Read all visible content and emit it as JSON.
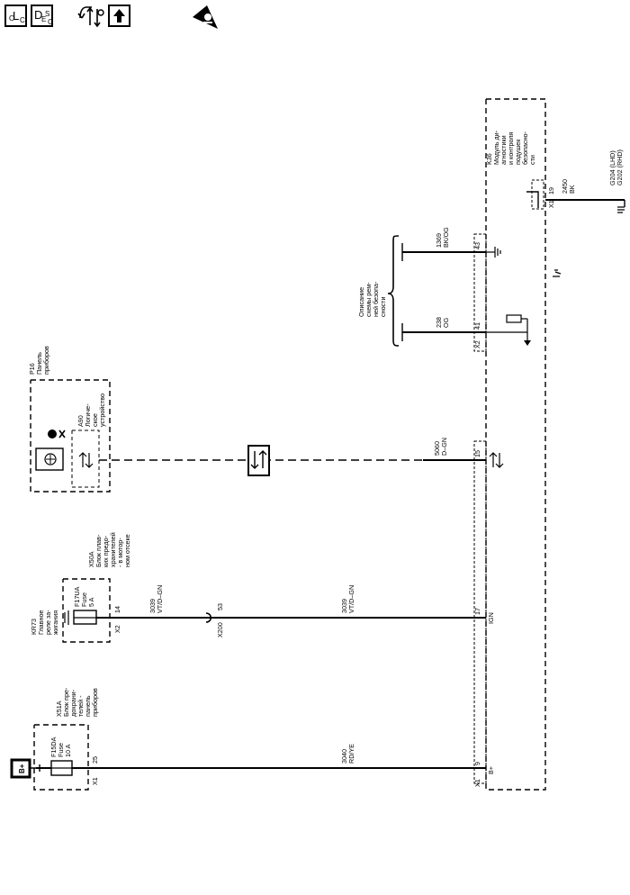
{
  "toolbar": {
    "loc": {
      "main": "L",
      "sup": "O",
      "sub": "C"
    },
    "desc": {
      "main": "D",
      "sup": "E",
      "sub": "S",
      "sub2": "C"
    }
  },
  "diagram": {
    "battery": "B+",
    "x51a": {
      "label": [
        "X51A",
        "Блок пре-",
        "дохрани-",
        "телей -",
        "панель",
        "приборов"
      ],
      "fuse": [
        "F15DA",
        "Fuse",
        "10 A"
      ],
      "conn": "X1",
      "pin": "25"
    },
    "x50a": {
      "label": [
        "X50A",
        "Блок плав-",
        "ких предо-",
        "хранителей",
        "- в мотор-",
        "ном отсеке"
      ],
      "relay": [
        "KR73",
        "Главное",
        "реле за-",
        "жигания"
      ],
      "fuse": [
        "F17UA",
        "Fuse",
        "5 A"
      ],
      "conn": "X2",
      "pin": "14"
    },
    "p16": {
      "label": [
        "P16",
        "Панель",
        "приборов"
      ],
      "a90": [
        "A90",
        "Логиче-",
        "ское",
        "устройство"
      ]
    },
    "x200": {
      "name": "X200",
      "pin": "53"
    },
    "wires": [
      {
        "num": "3040",
        "color": "RD/YE"
      },
      {
        "num": "3039",
        "color": "VT/D–GN"
      },
      {
        "num": "3039",
        "color": "VT/D–GN"
      },
      {
        "num": "5060",
        "color": "D–GN"
      },
      {
        "num": "238",
        "color": "OG"
      },
      {
        "num": "1369",
        "color": "BK/OG"
      },
      {
        "num": "2450",
        "color": "BK"
      }
    ],
    "k36": {
      "label": [
        "K36",
        "Модуль ди-",
        "агностики",
        "и контроля",
        "подушек",
        "безопасно-",
        "сти"
      ],
      "pins": {
        "p9": "9",
        "p17": "17",
        "p15": "15",
        "p41": "41",
        "p43": "43",
        "p19": "19"
      },
      "conn_x1": "X1",
      "conn_x2": "X2",
      "conn_x1b": "X1",
      "term_bplus": "B+",
      "term_ign": "IGN"
    },
    "ref": [
      "Описание",
      "схемы рем-",
      "ней безопа-",
      "сности"
    ],
    "ground": [
      "G204 (LHD)",
      "G202 (RHD)"
    ]
  }
}
